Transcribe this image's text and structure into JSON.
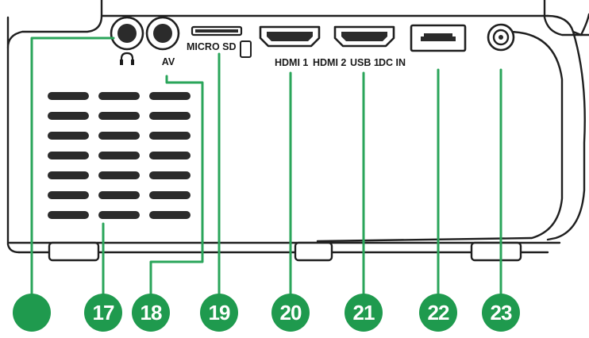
{
  "diagram": {
    "port_labels": {
      "av": "AV",
      "micro_sd": "MICRO SD",
      "hdmi1": "HDMI 1",
      "hdmi2": "HDMI 2",
      "usb1": "USB 1",
      "dc_in": "DC IN"
    },
    "callouts": [
      {
        "id": "headphone",
        "number": ""
      },
      {
        "id": "vent",
        "number": "17"
      },
      {
        "id": "av",
        "number": "18"
      },
      {
        "id": "micro-sd",
        "number": "19"
      },
      {
        "id": "hdmi1",
        "number": "20"
      },
      {
        "id": "hdmi2",
        "number": "21"
      },
      {
        "id": "usb1",
        "number": "22"
      },
      {
        "id": "dc-in",
        "number": "23"
      }
    ],
    "colors": {
      "outline": "#1f1f1f",
      "callout_green": "#1f9a4e",
      "leader_green": "#2aa55a",
      "vent": "#2b2b2b",
      "background": "#ffffff"
    }
  }
}
